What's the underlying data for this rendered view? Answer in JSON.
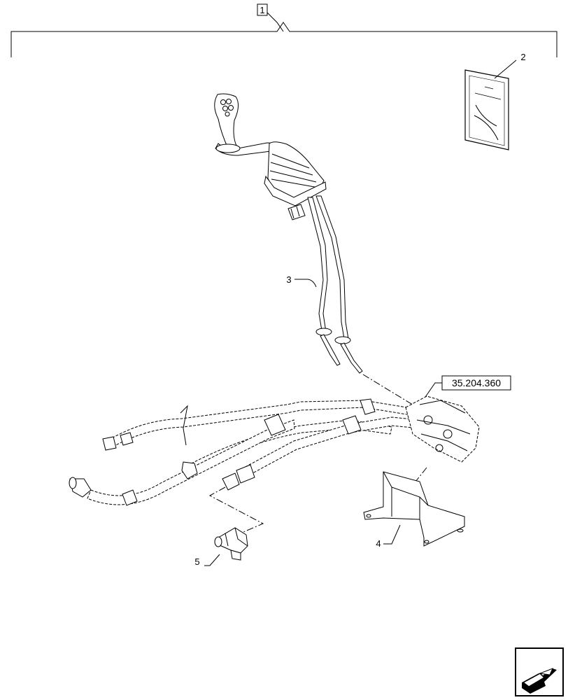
{
  "diagram": {
    "callouts": [
      {
        "id": "1",
        "label": "1"
      },
      {
        "id": "2",
        "label": "2"
      },
      {
        "id": "3",
        "label": "3"
      },
      {
        "id": "4",
        "label": "4"
      },
      {
        "id": "5",
        "label": "5"
      }
    ],
    "reference": "35.204.360",
    "nav_icon": "next-page-arrow-icon"
  }
}
